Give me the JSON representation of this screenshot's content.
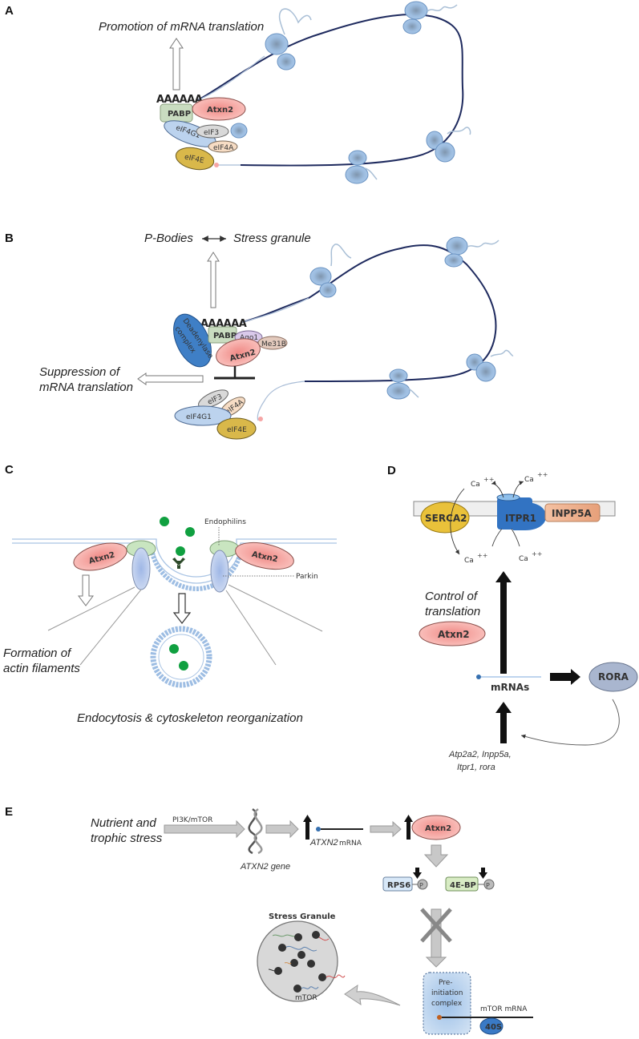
{
  "figure": {
    "panels": {
      "A": {
        "letter": "A",
        "outcome": "Promotion of mRNA translation",
        "poly_a": "AAAAAA",
        "proteins": {
          "pabp": "PABP",
          "atxn2": "Atxn2",
          "eif4g1": "eIF4G1",
          "eif3": "eIF3",
          "eif4a": "eIF4A",
          "eif4e": "eIF4E"
        }
      },
      "B": {
        "letter": "B",
        "pbodies": "P-Bodies",
        "stress_granule": "Stress granule",
        "suppression_line1": "Suppression of",
        "suppression_line2": "mRNA translation",
        "poly_a": "AAAAAA",
        "proteins": {
          "deadenylase_line1": "Deadenylase",
          "deadenylase_line2": "complex",
          "pabp": "PABP",
          "ago1": "Ago1",
          "me31b": "Me31B",
          "atxn2": "Atxn2",
          "eif3": "eIF3",
          "eif4a": "eIF4A",
          "eif4g1": "eIF4G1",
          "eif4e": "eIF4E"
        }
      },
      "C": {
        "letter": "C",
        "endophilins": "Endophilins",
        "parkin": "Parkin",
        "atxn2_left": "Atxn2",
        "atxn2_right": "Atxn2",
        "formation_line1": "Formation of",
        "formation_line2": "actin filaments",
        "caption": "Endocytosis & cytoskeleton reorganization"
      },
      "D": {
        "letter": "D",
        "ca": "Ca",
        "ca_sup": "++",
        "serca2": "SERCA2",
        "itpr1": "ITPR1",
        "inpp5a": "INPP5A",
        "control_line1": "Control of",
        "control_line2": "translation",
        "atxn2": "Atxn2",
        "mrnas": "mRNAs",
        "rora": "RORA",
        "genes_line1": "Atp2a2, Inpp5a,",
        "genes_line2": "Itpr1, rora"
      },
      "E": {
        "letter": "E",
        "stress_line1": "Nutrient and",
        "stress_line2": "trophic stress",
        "pathway": "PI3K/mTOR",
        "gene_label": "ATXN2 gene",
        "mrna_italic": "ATXN2",
        "mrna_suffix": " mRNA",
        "atxn2": "Atxn2",
        "rps6": "RPS6",
        "fourebp": "4E-BP",
        "phospho": "P",
        "stress_granule_title": "Stress Granule",
        "granule_mtor": "mTOR",
        "preinit_line1": "Pre-",
        "preinit_line2": "initiation",
        "preinit_line3": "complex",
        "mtor_mrna": "mTOR mRNA",
        "ribosome_40s": "40S"
      }
    },
    "colors": {
      "atxn2_fill": "#f4a7a3",
      "pabp_fill": "#c9dcc0",
      "eif4g1_fill": "#bcd3ee",
      "eif3_fill": "#d9d9d9",
      "eif4a_fill": "#f6dcc4",
      "eif4e_fill": "#d9b84a",
      "deadenylase_fill": "#3f7fc6",
      "ago1_fill": "#d9c9ea",
      "me31b_fill": "#e3cabd",
      "serca2_fill": "#e9c13a",
      "itpr1_fill": "#3273c2",
      "inpp5a_fill": "#f1b592",
      "rora_fill": "#a9b6cf",
      "ribosome_fill": "#8fb3dc",
      "mrna_stroke": "#1e2a5e",
      "cargo_green": "#10a040"
    }
  }
}
